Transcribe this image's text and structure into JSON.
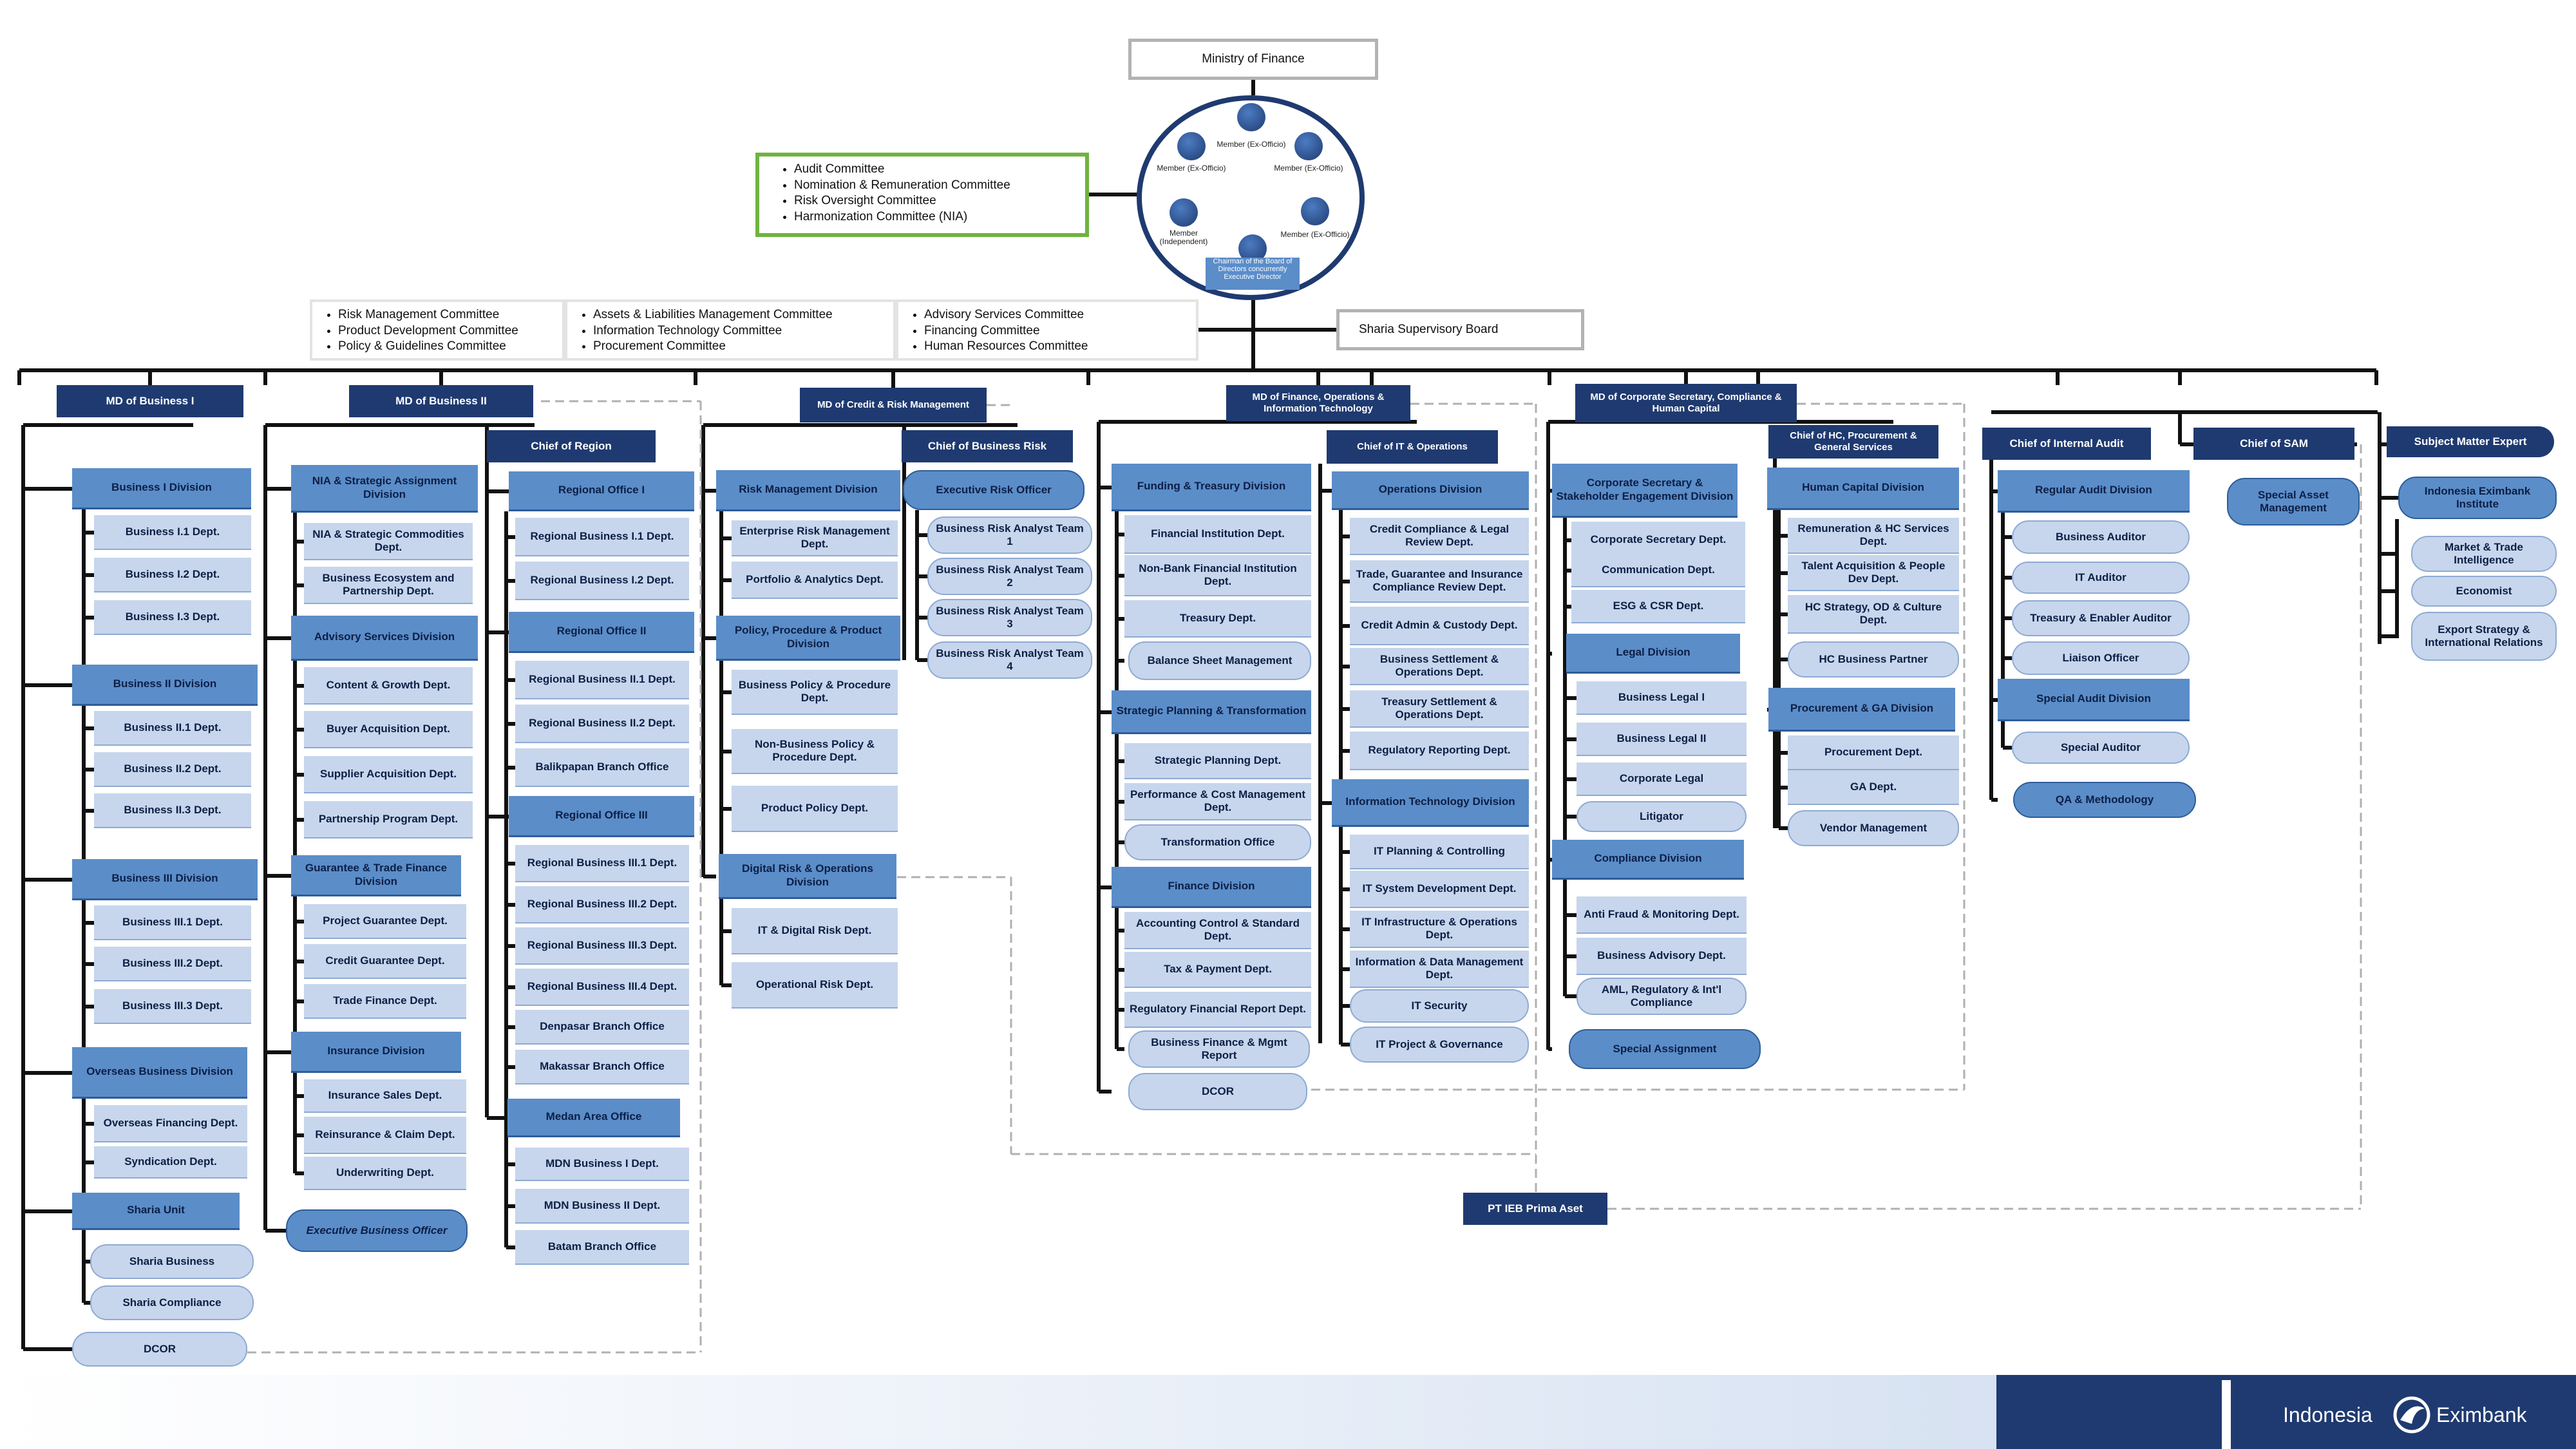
{
  "top": {
    "ministry": "Ministry of Finance",
    "sharia_board": "Sharia Supervisory Board",
    "pt": "PT IEB Prima Aset",
    "subject_matter_expert": "Subject Matter Expert"
  },
  "board": {
    "members": [
      {
        "label": "Member (Ex-Officio)"
      },
      {
        "label": "Member (Ex-Officio)"
      },
      {
        "label": "Member (Ex-Officio)"
      },
      {
        "label": "Member (Independent)"
      },
      {
        "label": "Member (Ex-Officio)"
      }
    ],
    "chairman": "Chairman of the Board of Directors concurrently Executive Director"
  },
  "committees": {
    "audit": [
      "Audit Committee",
      "Nomination & Remuneration Committee",
      "Risk Oversight Committee",
      "Harmonization Committee (NIA)"
    ],
    "mgmt_1": [
      "Risk Management Committee",
      "Product Development Committee",
      "Policy & Guidelines Committee"
    ],
    "mgmt_2": [
      "Assets & Liabilities Management Committee",
      "Information Technology Committee",
      "Procurement Committee"
    ],
    "mgmt_3": [
      "Advisory Services Committee",
      "Financing Committee",
      "Human Resources Committee"
    ]
  },
  "boxes": [
    {
      "name": "md-business-1",
      "text": "MD of Business I"
    },
    {
      "name": "business-1-division",
      "text": "Business I Division"
    },
    {
      "name": "business-1-1-dept",
      "text": "Business I.1 Dept."
    },
    {
      "name": "business-1-2-dept",
      "text": "Business I.2 Dept."
    },
    {
      "name": "business-1-3-dept",
      "text": "Business I.3 Dept."
    },
    {
      "name": "business-2-division",
      "text": "Business II Division"
    },
    {
      "name": "business-2-1-dept",
      "text": "Business II.1 Dept."
    },
    {
      "name": "business-2-2-dept",
      "text": "Business II.2 Dept."
    },
    {
      "name": "business-2-3-dept",
      "text": "Business II.3 Dept."
    },
    {
      "name": "business-3-division",
      "text": "Business III Division"
    },
    {
      "name": "business-3-1-dept",
      "text": "Business III.1 Dept."
    },
    {
      "name": "business-3-2-dept",
      "text": "Business III.2 Dept."
    },
    {
      "name": "business-3-3-dept",
      "text": "Business III.3 Dept."
    },
    {
      "name": "overseas-business-division",
      "text": "Overseas Business Division"
    },
    {
      "name": "overseas-financing-dept",
      "text": "Overseas Financing Dept."
    },
    {
      "name": "syndication-dept",
      "text": "Syndication Dept."
    },
    {
      "name": "sharia-unit",
      "text": "Sharia Unit"
    },
    {
      "name": "sharia-business",
      "text": "Sharia Business"
    },
    {
      "name": "sharia-compliance",
      "text": "Sharia Compliance"
    },
    {
      "name": "dcor-1",
      "text": "DCOR"
    },
    {
      "name": "md-business-2",
      "text": "MD of Business II"
    },
    {
      "name": "nia-division",
      "text": "NIA & Strategic Assignment Division"
    },
    {
      "name": "nia-commodities-dept",
      "text": "NIA & Strategic Commodities Dept."
    },
    {
      "name": "business-ecosystem-dept",
      "text": "Business Ecosystem and Partnership Dept."
    },
    {
      "name": "advisory-services-division",
      "text": "Advisory Services Division"
    },
    {
      "name": "content-growth-dept",
      "text": "Content & Growth Dept."
    },
    {
      "name": "buyer-acquisition-dept",
      "text": "Buyer Acquisition Dept."
    },
    {
      "name": "supplier-acquisition-dept",
      "text": "Supplier Acquisition Dept."
    },
    {
      "name": "partnership-program-dept",
      "text": "Partnership Program Dept."
    },
    {
      "name": "guarantee-trade-division",
      "text": "Guarantee & Trade Finance Division"
    },
    {
      "name": "project-guarantee-dept",
      "text": "Project Guarantee Dept."
    },
    {
      "name": "credit-guarantee-dept",
      "text": "Credit Guarantee Dept."
    },
    {
      "name": "trade-finance-dept",
      "text": "Trade Finance Dept."
    },
    {
      "name": "insurance-division",
      "text": "Insurance Division"
    },
    {
      "name": "insurance-sales-dept",
      "text": "Insurance Sales Dept."
    },
    {
      "name": "reinsurance-claim-dept",
      "text": "Reinsurance & Claim Dept."
    },
    {
      "name": "underwriting-dept",
      "text": "Underwriting Dept."
    },
    {
      "name": "executive-business-officer",
      "text": "Executive Business Officer"
    },
    {
      "name": "chief-of-region",
      "text": "Chief of Region"
    },
    {
      "name": "regional-office-1",
      "text": "Regional Office I"
    },
    {
      "name": "regional-business-1-1",
      "text": "Regional Business I.1 Dept."
    },
    {
      "name": "regional-business-1-2",
      "text": "Regional Business I.2 Dept."
    },
    {
      "name": "regional-office-2",
      "text": "Regional Office II"
    },
    {
      "name": "regional-business-2-1",
      "text": "Regional Business II.1 Dept."
    },
    {
      "name": "regional-business-2-2",
      "text": "Regional Business II.2 Dept."
    },
    {
      "name": "balikpapan-branch",
      "text": "Balikpapan Branch Office"
    },
    {
      "name": "regional-office-3",
      "text": "Regional Office III"
    },
    {
      "name": "regional-business-3-1",
      "text": "Regional Business III.1 Dept."
    },
    {
      "name": "regional-business-3-2",
      "text": "Regional Business III.2 Dept."
    },
    {
      "name": "regional-business-3-3",
      "text": "Regional Business III.3 Dept."
    },
    {
      "name": "regional-business-3-4",
      "text": "Regional Business III.4 Dept."
    },
    {
      "name": "denpasar-branch",
      "text": "Denpasar Branch Office"
    },
    {
      "name": "makassar-branch",
      "text": "Makassar Branch Office"
    },
    {
      "name": "medan-area-office",
      "text": "Medan Area Office"
    },
    {
      "name": "mdn-business-1",
      "text": "MDN Business I Dept."
    },
    {
      "name": "mdn-business-2",
      "text": "MDN Business II Dept."
    },
    {
      "name": "batam-branch",
      "text": "Batam Branch Office"
    },
    {
      "name": "md-credit-risk",
      "text": "MD of Credit & Risk Management"
    },
    {
      "name": "risk-management-division",
      "text": "Risk Management Division"
    },
    {
      "name": "enterprise-risk-dept",
      "text": "Enterprise Risk Management Dept."
    },
    {
      "name": "portfolio-analytics-dept",
      "text": "Portfolio & Analytics Dept."
    },
    {
      "name": "policy-procedure-division",
      "text": "Policy, Procedure & Product Division"
    },
    {
      "name": "business-policy-dept",
      "text": "Business Policy & Procedure Dept."
    },
    {
      "name": "non-business-policy-dept",
      "text": "Non-Business Policy & Procedure Dept."
    },
    {
      "name": "product-policy-dept",
      "text": "Product Policy Dept."
    },
    {
      "name": "digital-risk-division",
      "text": "Digital Risk & Operations Division"
    },
    {
      "name": "it-digital-risk-dept",
      "text": "IT & Digital Risk Dept."
    },
    {
      "name": "operational-risk-dept",
      "text": "Operational Risk Dept."
    },
    {
      "name": "chief-business-risk",
      "text": "Chief of Business Risk"
    },
    {
      "name": "executive-risk-officer",
      "text": "Executive Risk Officer"
    },
    {
      "name": "risk-analyst-1",
      "text": "Business Risk Analyst Team 1"
    },
    {
      "name": "risk-analyst-2",
      "text": "Business Risk Analyst Team 2"
    },
    {
      "name": "risk-analyst-3",
      "text": "Business Risk Analyst Team 3"
    },
    {
      "name": "risk-analyst-4",
      "text": "Business Risk Analyst Team 4"
    },
    {
      "name": "md-finance-ops-it",
      "text": "MD of Finance, Operations & Information Technology"
    },
    {
      "name": "funding-treasury-division",
      "text": "Funding & Treasury Division"
    },
    {
      "name": "financial-institution-dept",
      "text": "Financial Institution Dept."
    },
    {
      "name": "non-bank-fi-dept",
      "text": "Non-Bank Financial Institution Dept."
    },
    {
      "name": "treasury-dept",
      "text": "Treasury Dept."
    },
    {
      "name": "balance-sheet-mgmt",
      "text": "Balance Sheet Management"
    },
    {
      "name": "strategic-planning-division",
      "text": "Strategic Planning & Transformation"
    },
    {
      "name": "strategic-planning-dept",
      "text": "Strategic Planning Dept."
    },
    {
      "name": "performance-cost-dept",
      "text": "Performance & Cost Management Dept."
    },
    {
      "name": "transformation-office",
      "text": "Transformation Office"
    },
    {
      "name": "finance-division",
      "text": "Finance Division"
    },
    {
      "name": "accounting-control-dept",
      "text": "Accounting Control & Standard Dept."
    },
    {
      "name": "tax-payment-dept",
      "text": "Tax & Payment Dept."
    },
    {
      "name": "regulatory-financial-dept",
      "text": "Regulatory Financial Report Dept."
    },
    {
      "name": "business-finance-mgmt",
      "text": "Business Finance & Mgmt Report"
    },
    {
      "name": "dcor-2",
      "text": "DCOR"
    },
    {
      "name": "chief-it-operations",
      "text": "Chief of IT & Operations"
    },
    {
      "name": "operations-division",
      "text": "Operations Division"
    },
    {
      "name": "credit-compliance-dept",
      "text": "Credit Compliance & Legal Review Dept."
    },
    {
      "name": "trade-guarantee-insurance-dept",
      "text": "Trade, Guarantee and Insurance Compliance Review Dept."
    },
    {
      "name": "credit-admin-dept",
      "text": "Credit Admin & Custody Dept."
    },
    {
      "name": "business-settlement-dept",
      "text": "Business Settlement & Operations Dept."
    },
    {
      "name": "treasury-settlement-dept",
      "text": "Treasury Settlement & Operations Dept."
    },
    {
      "name": "regulatory-reporting-dept",
      "text": "Regulatory Reporting Dept."
    },
    {
      "name": "it-division",
      "text": "Information Technology Division"
    },
    {
      "name": "it-planning-controlling",
      "text": "IT Planning & Controlling"
    },
    {
      "name": "it-system-dev-dept",
      "text": "IT System Development Dept."
    },
    {
      "name": "it-infrastructure-dept",
      "text": "IT Infrastructure & Operations Dept."
    },
    {
      "name": "information-data-dept",
      "text": "Information & Data Management Dept."
    },
    {
      "name": "it-security",
      "text": "IT Security"
    },
    {
      "name": "it-project-governance",
      "text": "IT Project & Governance"
    },
    {
      "name": "md-corporate-secretary",
      "text": "MD of Corporate Secretary, Compliance & Human Capital"
    },
    {
      "name": "corp-sec-division",
      "text": "Corporate Secretary & Stakeholder Engagement Division"
    },
    {
      "name": "corp-sec-dept",
      "text": "Corporate Secretary Dept."
    },
    {
      "name": "communication-dept",
      "text": "Communication Dept."
    },
    {
      "name": "esg-csr-dept",
      "text": "ESG & CSR Dept."
    },
    {
      "name": "legal-division",
      "text": "Legal Division"
    },
    {
      "name": "business-legal-1",
      "text": "Business Legal I"
    },
    {
      "name": "business-legal-2",
      "text": "Business Legal II"
    },
    {
      "name": "corporate-legal",
      "text": "Corporate Legal"
    },
    {
      "name": "litigator",
      "text": "Litigator"
    },
    {
      "name": "compliance-division",
      "text": "Compliance Division"
    },
    {
      "name": "anti-fraud-dept",
      "text": "Anti Fraud & Monitoring Dept."
    },
    {
      "name": "business-advisory-dept",
      "text": "Business Advisory Dept."
    },
    {
      "name": "aml-dept",
      "text": "AML, Regulatory & Int'l Compliance"
    },
    {
      "name": "special-assignment",
      "text": "Special Assignment"
    },
    {
      "name": "chief-hc-procurement",
      "text": "Chief of HC, Procurement & General Services"
    },
    {
      "name": "human-capital-division",
      "text": "Human Capital Division"
    },
    {
      "name": "remuneration-dept",
      "text": "Remuneration & HC Services Dept."
    },
    {
      "name": "talent-acquisition-dept",
      "text": "Talent Acquisition & People Dev Dept."
    },
    {
      "name": "hc-strategy-dept",
      "text": "HC Strategy, OD & Culture Dept."
    },
    {
      "name": "hc-business-partner",
      "text": "HC Business Partner"
    },
    {
      "name": "procurement-ga-division",
      "text": "Procurement & GA Division"
    },
    {
      "name": "procurement-dept",
      "text": "Procurement Dept."
    },
    {
      "name": "ga-dept",
      "text": "GA Dept."
    },
    {
      "name": "vendor-management",
      "text": "Vendor Management"
    },
    {
      "name": "chief-internal-audit",
      "text": "Chief of Internal Audit"
    },
    {
      "name": "regular-audit-division",
      "text": "Regular Audit Division"
    },
    {
      "name": "business-auditor",
      "text": "Business Auditor"
    },
    {
      "name": "it-auditor",
      "text": "IT Auditor"
    },
    {
      "name": "treasury-enabler-auditor",
      "text": "Treasury & Enabler Auditor"
    },
    {
      "name": "liaison-officer",
      "text": "Liaison Officer"
    },
    {
      "name": "special-audit-division",
      "text": "Special Audit Division"
    },
    {
      "name": "special-auditor",
      "text": "Special Auditor"
    },
    {
      "name": "qa-methodology",
      "text": "QA & Methodology"
    },
    {
      "name": "chief-of-sam",
      "text": "Chief of SAM"
    },
    {
      "name": "special-asset-management",
      "text": "Special Asset Management"
    },
    {
      "name": "indonesia-eximbank-institute",
      "text": "Indonesia Eximbank Institute"
    },
    {
      "name": "market-trade-intelligence",
      "text": "Market & Trade Intelligence"
    },
    {
      "name": "economist",
      "text": "Economist"
    },
    {
      "name": "export-strategy",
      "text": "Export Strategy & International Relations"
    }
  ],
  "footer": {
    "brand_left": "Indonesia",
    "brand_right": "Eximbank",
    "logo": "eximbank-logo-icon"
  },
  "colors": {
    "header": "#1f3a70",
    "division": "#5b8dc9",
    "dept": "#c7d6ec",
    "committee_border": "#6fb340"
  }
}
